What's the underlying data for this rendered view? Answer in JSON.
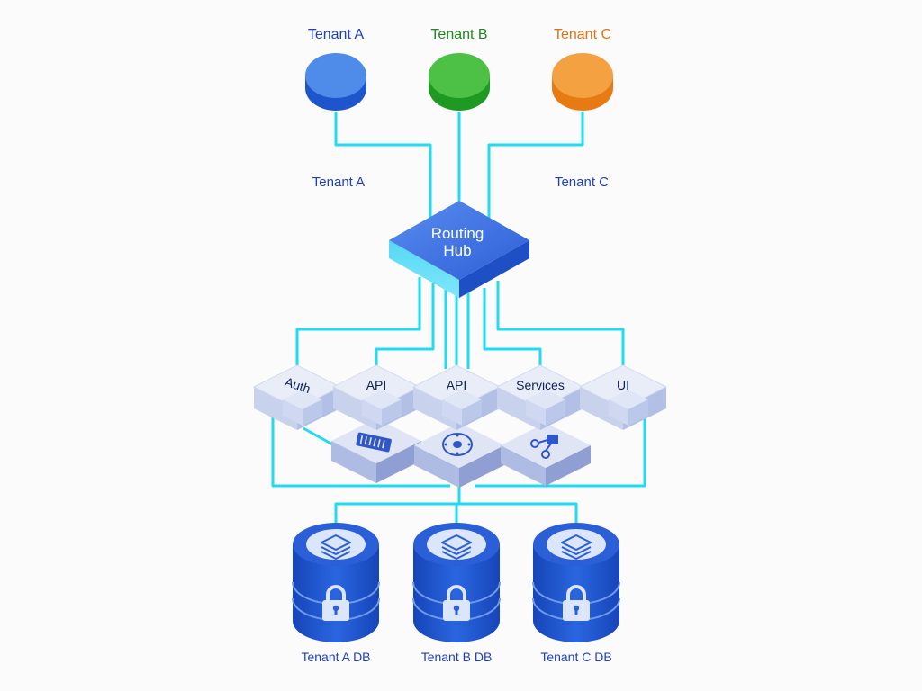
{
  "tenants": [
    {
      "label": "Tenant A",
      "color": "#1f3fc2",
      "fill": "#4f8be8",
      "side": "#1d55cc"
    },
    {
      "label": "Tenant B",
      "color": "#1e8a1e",
      "fill": "#4cc145",
      "side": "#1e9a22"
    },
    {
      "label": "Tenant C",
      "color": "#e0740f",
      "fill": "#f4a142",
      "side": "#e77a12"
    }
  ],
  "connector_labels": {
    "left": "Tenant A",
    "right": "Tenant C"
  },
  "hub": {
    "line1": "Routing",
    "line2": "Hub"
  },
  "services": [
    "Auth",
    "API",
    "API",
    "Services",
    "UI"
  ],
  "tool_blocks": [
    "server-rack-icon",
    "gauge-icon",
    "workflow-icon"
  ],
  "databases": [
    {
      "label": "Tenant A DB"
    },
    {
      "label": "Tenant B DB"
    },
    {
      "label": "Tenant C DB"
    }
  ],
  "colors": {
    "line": "#22dbef",
    "label_blue": "#1f3fc2",
    "hub_top": "#3e74e0",
    "hub_side": "#1f4fc4",
    "db_body": "#1d55d0",
    "tile_top": "#e6ebf7",
    "tile_side": "#c3cdea"
  }
}
